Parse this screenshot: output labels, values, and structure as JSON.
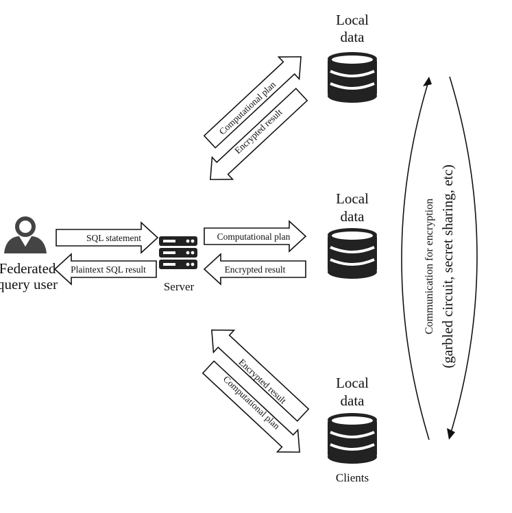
{
  "user": {
    "label_line1": "Federated",
    "label_line2": "query user",
    "icon": "user-icon"
  },
  "server": {
    "label": "Server",
    "icon": "server-icon"
  },
  "user_server": {
    "sql_statement": "SQL statement",
    "plaintext_result": "Plaintext SQL result"
  },
  "clients": [
    {
      "label_line1": "Local",
      "label_line2": "data",
      "icon": "database-icon",
      "plan_label": "Computational plan",
      "result_label": "Encrypted result"
    },
    {
      "label_line1": "Local",
      "label_line2": "data",
      "icon": "database-icon",
      "plan_label": "Computational plan",
      "result_label": "Encrypted result"
    },
    {
      "label_line1": "Local",
      "label_line2": "data",
      "icon": "database-icon",
      "plan_label": "Computational plan",
      "result_label": "Encrypted result"
    }
  ],
  "clients_label": "Clients",
  "communication": {
    "line1": "Communication for encryption",
    "line2": "(garbled circuit, secret sharing, etc)"
  }
}
